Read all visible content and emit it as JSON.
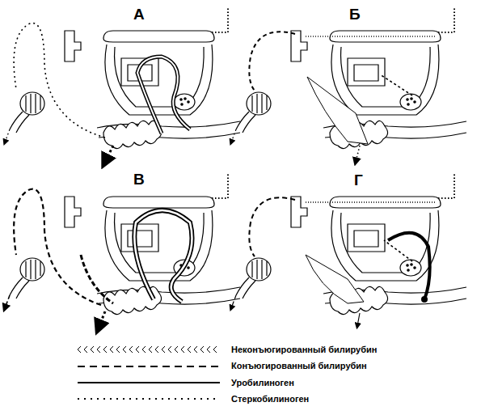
{
  "diagram": {
    "labels": [
      "А",
      "Б",
      "В",
      "Г"
    ],
    "legend": [
      {
        "text": "Неконъюгированный билирубин"
      },
      {
        "text": "Конъюгированный билирубин"
      },
      {
        "text": "Уробилиноген"
      },
      {
        "text": "Стеркобилиноген"
      }
    ]
  }
}
